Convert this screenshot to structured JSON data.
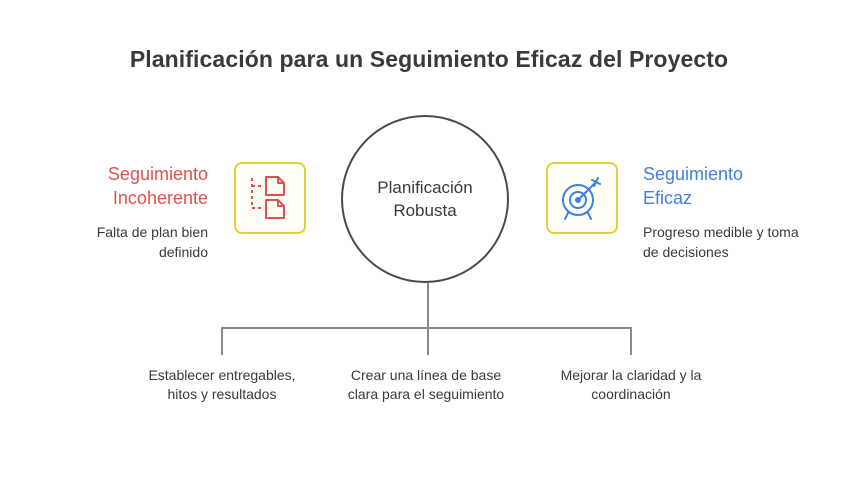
{
  "title": "Planificación para un Seguimiento Eficaz del Proyecto",
  "center": {
    "label": "Planificación Robusta"
  },
  "left": {
    "title": "Seguimiento Incoherente",
    "description": "Falta de plan bien definido",
    "icon": "document-tree-icon"
  },
  "right": {
    "title": "Seguimiento Eficaz",
    "description": "Progreso medible y toma de decisiones",
    "icon": "target-arrow-icon"
  },
  "branches": [
    {
      "label": "Establecer entregables, hitos y resultados"
    },
    {
      "label": "Crear una línea de base clara para el seguimiento"
    },
    {
      "label": "Mejorar la claridad y la coordinación"
    }
  ],
  "colors": {
    "negative": "#e05050",
    "positive": "#3f7fe0",
    "icon_border": "#e3cf3a",
    "line": "#8a8a8a"
  }
}
